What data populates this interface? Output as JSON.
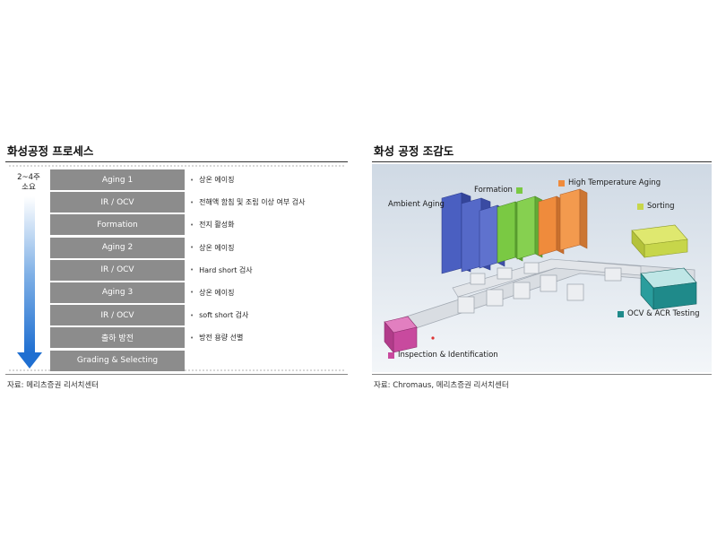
{
  "left": {
    "title": "화성공정 프로세스",
    "duration": [
      "2~4주",
      "소요"
    ],
    "steps": [
      "Aging 1",
      "IR / OCV",
      "Formation",
      "Aging 2",
      "IR / OCV",
      "Aging 3",
      "IR / OCV",
      "출하 방전",
      "Grading & Selecting"
    ],
    "descriptions": [
      "상온 에이징",
      "전해액 함침 및 조립 이상 여부 검사",
      "전지 활성화",
      "상온 에이징",
      "Hard short 검사",
      "상온 에이징",
      "soft short 검사",
      "방전 용량 선별",
      ""
    ],
    "source": "자료: 메리츠증권 리서치센터"
  },
  "right": {
    "title": "화성 공정 조감도",
    "labels": {
      "formation": "Formation",
      "high_temp": "High Temperature Aging",
      "ambient": "Ambient Aging",
      "sorting": "Sorting",
      "ocv": "OCV & ACR Testing",
      "inspection": "Inspection & Identification"
    },
    "colors": {
      "formation": "#7ac943",
      "high_temp": "#ef8b3c",
      "ambient": "#4a5fc1",
      "sorting": "#c7d64a",
      "ocv": "#1f8a8a",
      "inspection": "#c84a9e"
    },
    "source": "자료: Chromaus, 메리츠증권 리서치센터"
  }
}
